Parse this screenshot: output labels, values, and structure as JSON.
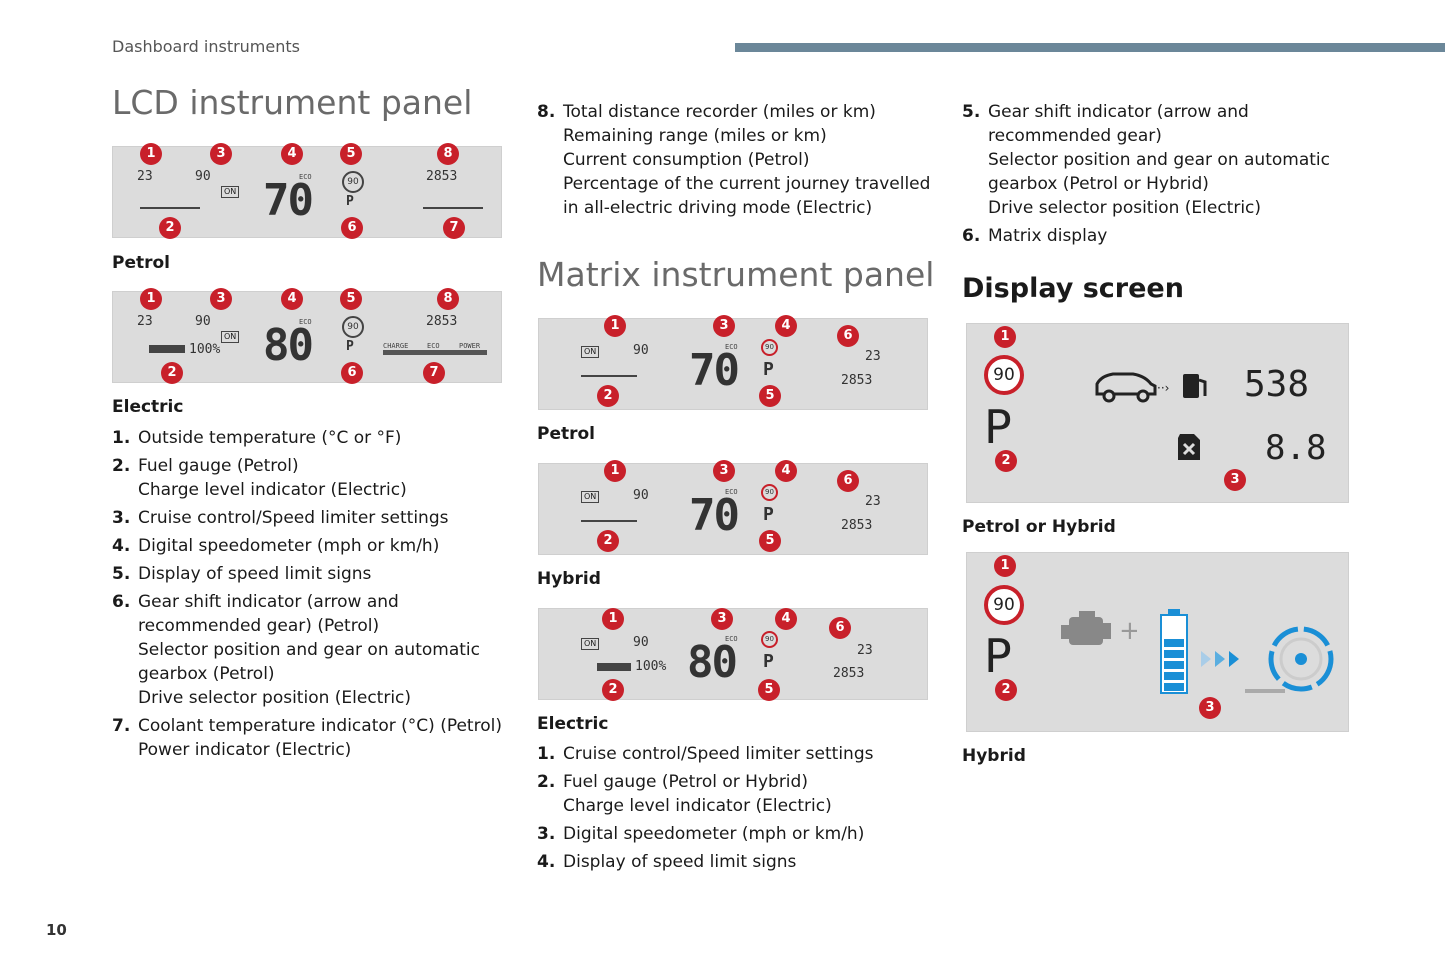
{
  "header": {
    "section": "Dashboard instruments",
    "page_number": "10"
  },
  "lcd": {
    "title": "LCD instrument panel",
    "petrol_caption": "Petrol",
    "electric_caption": "Electric",
    "petrol_display": {
      "temp": "23",
      "cruise": "90",
      "on": "ON",
      "speed": "70",
      "eco": "ECO",
      "limit": "90",
      "gear": "P",
      "odo": "2853"
    },
    "electric_display": {
      "temp": "23",
      "cruise": "90",
      "on": "ON",
      "speed": "80",
      "eco": "ECO",
      "limit": "90",
      "gear": "P",
      "odo": "2853",
      "charge_pct": "100%",
      "power_labels": [
        "CHARGE",
        "ECO",
        "POWER"
      ]
    },
    "items": [
      {
        "n": "1.",
        "lines": [
          "Outside temperature (°C or °F)"
        ]
      },
      {
        "n": "2.",
        "lines": [
          "Fuel gauge (Petrol)",
          "Charge level indicator (Electric)"
        ]
      },
      {
        "n": "3.",
        "lines": [
          "Cruise control/Speed limiter settings"
        ]
      },
      {
        "n": "4.",
        "lines": [
          "Digital speedometer (mph or km/h)"
        ]
      },
      {
        "n": "5.",
        "lines": [
          "Display of speed limit signs"
        ]
      },
      {
        "n": "6.",
        "lines": [
          "Gear shift indicator (arrow and",
          "recommended gear) (Petrol)",
          "Selector position and gear on automatic",
          "gearbox (Petrol)",
          "Drive selector position (Electric)"
        ]
      },
      {
        "n": "7.",
        "lines": [
          "Coolant temperature indicator (°C) (Petrol)",
          "Power indicator (Electric)"
        ]
      }
    ]
  },
  "middle": {
    "item8": {
      "n": "8.",
      "lines": [
        "Total distance recorder (miles or km)",
        "Remaining range (miles or km)",
        "Current consumption (Petrol)",
        "Percentage of the current journey travelled",
        "in all-electric driving mode (Electric)"
      ]
    },
    "matrix_title": "Matrix instrument panel",
    "petrol_caption": "Petrol",
    "hybrid_caption": "Hybrid",
    "electric_caption": "Electric",
    "petrol_display": {
      "on": "ON",
      "cruise": "90",
      "eco": "ECO",
      "speed": "70",
      "limit": "90",
      "gear": "P",
      "temp": "23",
      "odo": "2853"
    },
    "hybrid_display": {
      "on": "ON",
      "cruise": "90",
      "eco": "ECO",
      "speed": "70",
      "limit": "90",
      "gear": "P",
      "temp": "23",
      "odo": "2853"
    },
    "electric_display": {
      "on": "ON",
      "cruise": "90",
      "eco": "ECO",
      "speed": "80",
      "limit": "90",
      "gear": "P",
      "temp": "23",
      "odo": "2853",
      "charge_pct": "100%"
    },
    "items": [
      {
        "n": "1.",
        "lines": [
          "Cruise control/Speed limiter settings"
        ]
      },
      {
        "n": "2.",
        "lines": [
          "Fuel gauge (Petrol or Hybrid)",
          "Charge level indicator (Electric)"
        ]
      },
      {
        "n": "3.",
        "lines": [
          "Digital speedometer (mph or km/h)"
        ]
      },
      {
        "n": "4.",
        "lines": [
          "Display of speed limit signs"
        ]
      }
    ]
  },
  "right": {
    "items": [
      {
        "n": "5.",
        "lines": [
          "Gear shift indicator (arrow and",
          "recommended gear)",
          "Selector position and gear on automatic",
          "gearbox (Petrol or Hybrid)",
          "Drive selector position (Electric)"
        ]
      },
      {
        "n": "6.",
        "lines": [
          "Matrix display"
        ]
      }
    ],
    "display_title": "Display screen",
    "petrol_hybrid_caption": "Petrol or Hybrid",
    "hybrid_caption": "Hybrid",
    "screen1": {
      "limit": "90",
      "gear": "P",
      "range": "538",
      "consumption": "8.8"
    },
    "screen2": {
      "limit": "90",
      "gear": "P"
    }
  },
  "colors": {
    "accent_bar": "#6b8799",
    "callout": "#c8202a",
    "hybrid_blue": "#1a8fd6"
  }
}
